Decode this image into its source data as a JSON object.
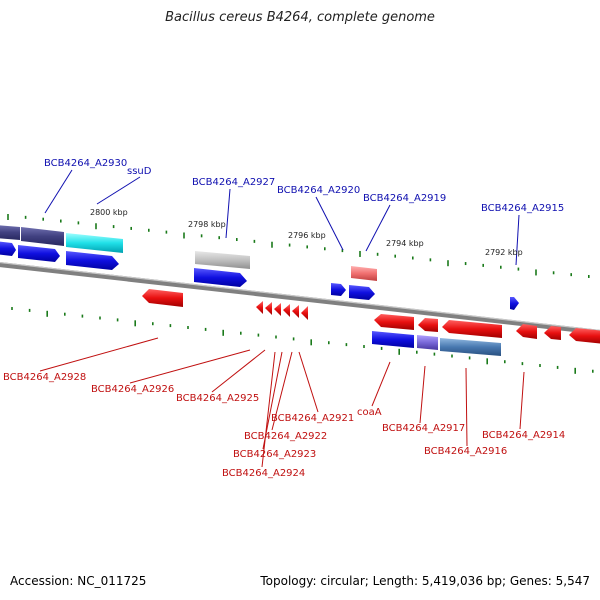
{
  "title": "Bacillus cereus B4264, complete genome",
  "footer": {
    "accession": "Accession: NC_011725",
    "topology": "Topology: circular; Length: 5,419,036 bp; Genes: 5,547"
  },
  "colors": {
    "forward_gene": "#1a1ae0",
    "reverse_gene": "#e01010",
    "backbone": "#808080",
    "tick": "#1a7a1a",
    "label_blue": "#1010b0",
    "label_red": "#c01010"
  },
  "scale_labels": [
    "2800 kbp",
    "2798 kbp",
    "2796 kbp",
    "2794 kbp",
    "2792 kbp"
  ],
  "forward_labels": [
    "BCB4264_A2930",
    "ssuD",
    "BCB4264_A2927",
    "BCB4264_A2920",
    "BCB4264_A2919",
    "BCB4264_A2915"
  ],
  "reverse_labels": [
    "BCB4264_A2928",
    "BCB4264_A2926",
    "BCB4264_A2925",
    "BCB4264_A2921",
    "BCB4264_A2922",
    "BCB4264_A2923",
    "BCB4264_A2924",
    "coaA",
    "BCB4264_A2917",
    "BCB4264_A2916",
    "BCB4264_A2914"
  ]
}
